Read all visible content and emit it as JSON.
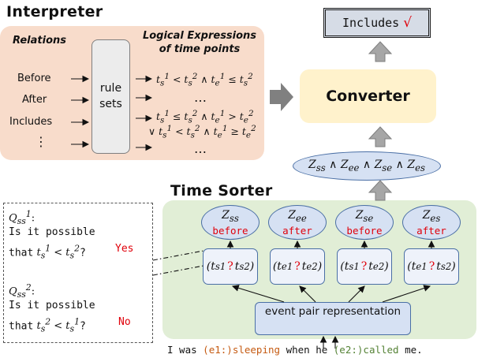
{
  "interpreter": {
    "title": "Interpreter",
    "relations_header": "Relations",
    "expressions_header": "Logical Expressions of time points",
    "relations": [
      "Before",
      "After",
      "Includes",
      "⋮"
    ],
    "rule_sets_label": "rule sets"
  },
  "converter": {
    "label": "Converter"
  },
  "output": {
    "label": "Includes",
    "check": "√"
  },
  "z_combined": "Z",
  "time_sorter": {
    "title": "Time Sorter",
    "z_items": [
      {
        "name": "Z",
        "sub": "ss",
        "value": "before"
      },
      {
        "name": "Z",
        "sub": "ee",
        "value": "after"
      },
      {
        "name": "Z",
        "sub": "se",
        "value": "before"
      },
      {
        "name": "Z",
        "sub": "es",
        "value": "after"
      }
    ],
    "event_repr": "event pair representation"
  },
  "queries": [
    {
      "label": "Q",
      "line1": "Is it possible",
      "line2": "that",
      "answer": "Yes"
    },
    {
      "label": "Q",
      "line1": "Is it possible",
      "line2": "that",
      "answer": "No"
    }
  ],
  "sentence": {
    "part1": "I was",
    "e1_tag": "(e1:)",
    "e1_word": "sleeping",
    "part2": "when he",
    "e2_tag": "(e2:)",
    "e2_word": "called",
    "part3": "me."
  },
  "colors": {
    "interpreter_bg": "#f8dccb",
    "sorter_bg": "#e1eed6",
    "converter_bg": "#fff2cc",
    "ellipse_bg": "#d6e1f3",
    "accent_red": "#e0000a"
  }
}
